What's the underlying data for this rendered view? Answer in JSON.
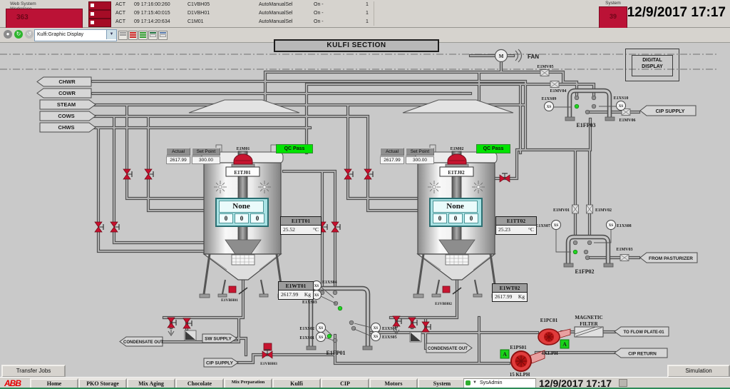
{
  "header": {
    "workplace_label": "Web System Workplace",
    "workplace_count": "363",
    "system_label": "System",
    "system_count": "39",
    "datetime": "12/9/2017 17:17",
    "alarms": [
      {
        "state": "ACT",
        "time": "09 17:16:00:260",
        "tag": "C1VBH05",
        "desc": "AutoManualSel",
        "value": "On -",
        "count": "1"
      },
      {
        "state": "ACT",
        "time": "09 17:15:40:015",
        "tag": "D1VBH01",
        "desc": "AutoManualSel",
        "value": "On -",
        "count": "1"
      },
      {
        "state": "ACT",
        "time": "09 17:14:20:634",
        "tag": "C1M01",
        "desc": "AutoManualSel",
        "value": "On -",
        "count": "1"
      }
    ]
  },
  "toolbar": {
    "selector_value": "Kulfi:Graphic Display"
  },
  "canvas": {
    "title": "KULFI SECTION",
    "digital_display": "DIGITAL DISPLAY",
    "fan": {
      "label": "FAN",
      "motor_letter": "M"
    },
    "magnetic_filter_l1": "MAGNETIC",
    "magnetic_filter_l2": "FILTER"
  },
  "tags": {
    "chwr": "CHWR",
    "cowr": "COWR",
    "steam": "STEAM",
    "cows": "COWS",
    "chws": "CHWS",
    "condensate_out": "CONDENSATE OUT",
    "condensate_out2": "CONDENSATE OUT",
    "sw_supply": "SW SUPPLY",
    "cip_supply_btm": "CIP SUPPLY",
    "cip_supply_top": "CIP SUPPLY",
    "from_pasturizer": "FROM PASTURIZER",
    "to_flow_plate": "TO FLOW PLATE-01",
    "cip_return": "CIP RETURN"
  },
  "tank1": {
    "motor_tag": "E1M01",
    "jacket_tag": "E1TJ01",
    "status": "None",
    "digits": [
      "0",
      "0",
      "0"
    ],
    "qc": "QC Pass",
    "actual_label": "Actual",
    "actual": "2617.99",
    "setpoint_label": "Set Point",
    "setpoint": "300.00",
    "temp_tag": "E1TT01",
    "temp_value": "25.52",
    "temp_unit": "°C",
    "weight_tag": "E1WT01",
    "weight_value": "2617.99",
    "weight_unit": "Kg",
    "outlet_valve_tag": "E1VBH01"
  },
  "tank2": {
    "motor_tag": "E1M02",
    "jacket_tag": "E1TJ02",
    "status": "None",
    "digits": [
      "0",
      "0",
      "0"
    ],
    "qc": "QC Pass",
    "actual_label": "Actual",
    "actual": "2617.99",
    "setpoint_label": "Set Point",
    "setpoint": "300.00",
    "temp_tag": "E1TT02",
    "temp_value": "25.23",
    "temp_unit": "°C",
    "weight_tag": "E1WT02",
    "weight_value": "2617.99",
    "weight_unit": "Kg",
    "outlet_valve_tag": "E1VBH02"
  },
  "instruments": {
    "xs_text": "XS",
    "e1xs01": "E1XS01",
    "e1xs02": "E1XS02",
    "e1xs03": "E1XS03",
    "e1xs04": "E1XS04",
    "e1xs05": "E1XS05",
    "e1xs06": "E1XS06",
    "e1xs07": "E1XS07",
    "e1xs08": "E1XS08",
    "e1xs09": "E1XS09",
    "e1xs10": "E1XS10"
  },
  "valves": {
    "e1mv01": "E1MV01",
    "e1mv02": "E1MV02",
    "e1mv03": "E1MV03",
    "e1mv04": "E1MV04",
    "e1mv05": "E1MV05",
    "e1mv06": "E1MV06",
    "e1vbh03": "E1VBH03"
  },
  "flow_plates": {
    "e1fp01": "E1FP01",
    "e1fp02": "E1FP02",
    "e1fp03": "E1FP03"
  },
  "pumps": {
    "e1ps01": {
      "tag": "E1PS01",
      "rate": "15 KLPH",
      "mode": "A"
    },
    "e1pc01": {
      "tag": "E1PC01",
      "rate": "4KLPH",
      "mode": "A"
    }
  },
  "footer": {
    "transfer_jobs": "Transfer Jobs",
    "simulation": "Simulation",
    "logo": "ABB",
    "buttons": [
      "Home",
      "PKO Storage",
      "Mix Aging",
      "Chocolate",
      "Mix Perparation",
      "Kulfi",
      "CIP",
      "Motors",
      "System"
    ],
    "user": "SysAdmin",
    "datetime": "12/9/2017 17:17"
  }
}
